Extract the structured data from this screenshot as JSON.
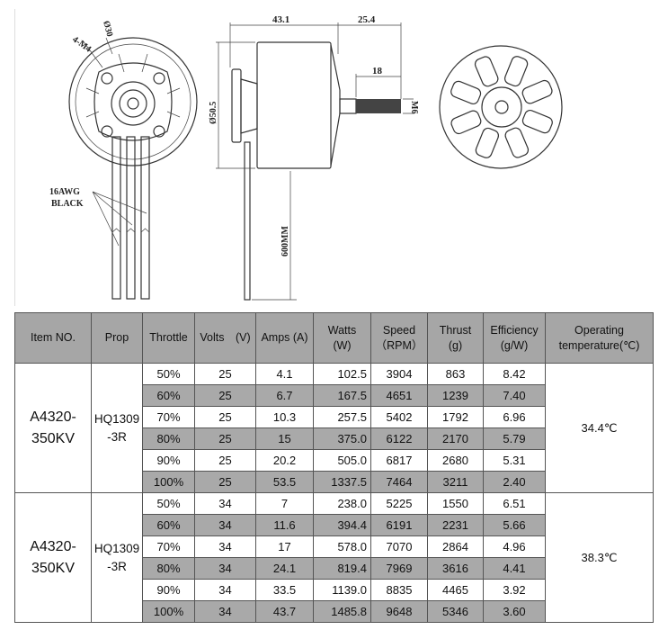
{
  "drawing": {
    "labels": {
      "mount_holes": "4-M4",
      "mount_diameter": "Ø30",
      "wire_spec_1": "16AWG",
      "wire_spec_2": "BLACK",
      "body_diameter": "Ø50.5",
      "body_length": "43.1",
      "shaft_length": "25.4",
      "thread_length": "18",
      "thread": "M6",
      "lead_length": "600MM"
    }
  },
  "table": {
    "headers": [
      {
        "l1": "Item NO.",
        "l2": ""
      },
      {
        "l1": "Prop",
        "l2": ""
      },
      {
        "l1": "Throttle",
        "l2": ""
      },
      {
        "l1": "Volts　(V)",
        "l2": ""
      },
      {
        "l1": "Amps  (A)",
        "l2": ""
      },
      {
        "l1": "Watts",
        "l2": "(W)"
      },
      {
        "l1": "Speed",
        "l2": "（RPM）"
      },
      {
        "l1": "Thrust",
        "l2": "(g)"
      },
      {
        "l1": "Efficiency",
        "l2": "(g/W)"
      },
      {
        "l1": "Operating",
        "l2": "temperature(℃)"
      }
    ],
    "groups": [
      {
        "item_l1": "A4320-",
        "item_l2": "350KV",
        "prop_l1": "HQ1309",
        "prop_l2": "-3R",
        "temperature": "34.4℃",
        "rows": [
          [
            "50%",
            "25",
            "4.1",
            "102.5",
            "3904",
            "863",
            "8.42"
          ],
          [
            "60%",
            "25",
            "6.7",
            "167.5",
            "4651",
            "1239",
            "7.40"
          ],
          [
            "70%",
            "25",
            "10.3",
            "257.5",
            "5402",
            "1792",
            "6.96"
          ],
          [
            "80%",
            "25",
            "15",
            "375.0",
            "6122",
            "2170",
            "5.79"
          ],
          [
            "90%",
            "25",
            "20.2",
            "505.0",
            "6817",
            "2680",
            "5.31"
          ],
          [
            "100%",
            "25",
            "53.5",
            "1337.5",
            "7464",
            "3211",
            "2.40"
          ]
        ]
      },
      {
        "item_l1": "A4320-",
        "item_l2": "350KV",
        "prop_l1": "HQ1309",
        "prop_l2": "-3R",
        "temperature": "38.3℃",
        "rows": [
          [
            "50%",
            "34",
            "7",
            "238.0",
            "5225",
            "1550",
            "6.51"
          ],
          [
            "60%",
            "34",
            "11.6",
            "394.4",
            "6191",
            "2231",
            "5.66"
          ],
          [
            "70%",
            "34",
            "17",
            "578.0",
            "7070",
            "2864",
            "4.96"
          ],
          [
            "80%",
            "34",
            "24.1",
            "819.4",
            "7969",
            "3616",
            "4.41"
          ],
          [
            "90%",
            "34",
            "33.5",
            "1139.0",
            "8835",
            "4465",
            "3.92"
          ],
          [
            "100%",
            "34",
            "43.7",
            "1485.8",
            "9648",
            "5346",
            "3.60"
          ]
        ]
      }
    ],
    "colors": {
      "header_bg": "#a6a6a6",
      "stripe_bg": "#a9a9a9"
    }
  }
}
